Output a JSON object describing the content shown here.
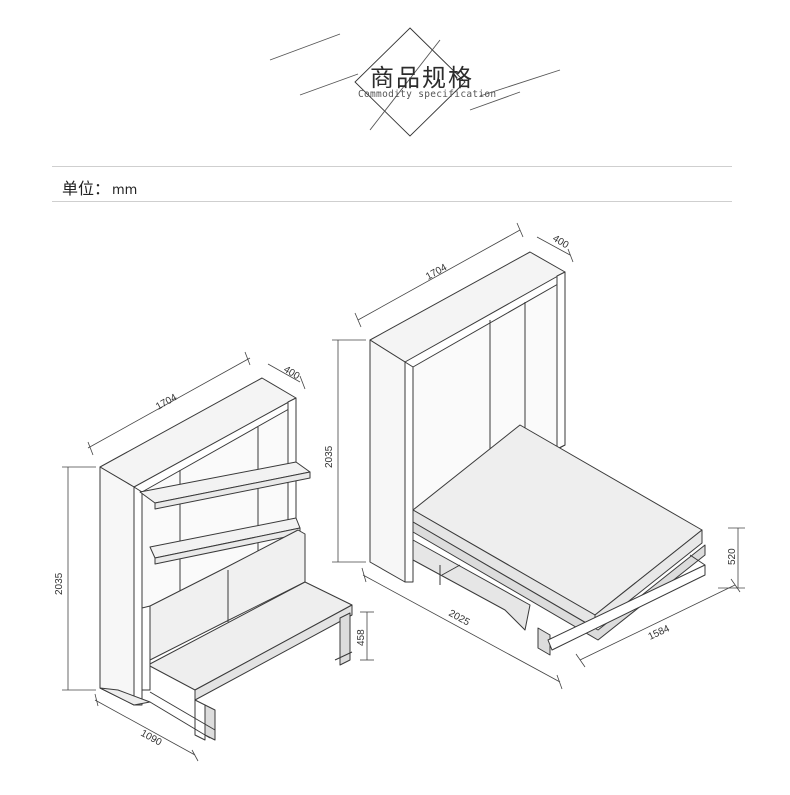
{
  "header": {
    "title_cn": "商品规格",
    "title_en": "Commodity specification"
  },
  "unit": {
    "label": "单位：",
    "value": "mm"
  },
  "sofa_config": {
    "width": "1704",
    "depth": "400",
    "height": "2035",
    "seat_height": "458",
    "open_depth": "1090"
  },
  "bed_config": {
    "width": "1704",
    "depth": "400",
    "height": "2035",
    "bed_height": "520",
    "bed_length": "2025",
    "bed_width": "1584"
  }
}
